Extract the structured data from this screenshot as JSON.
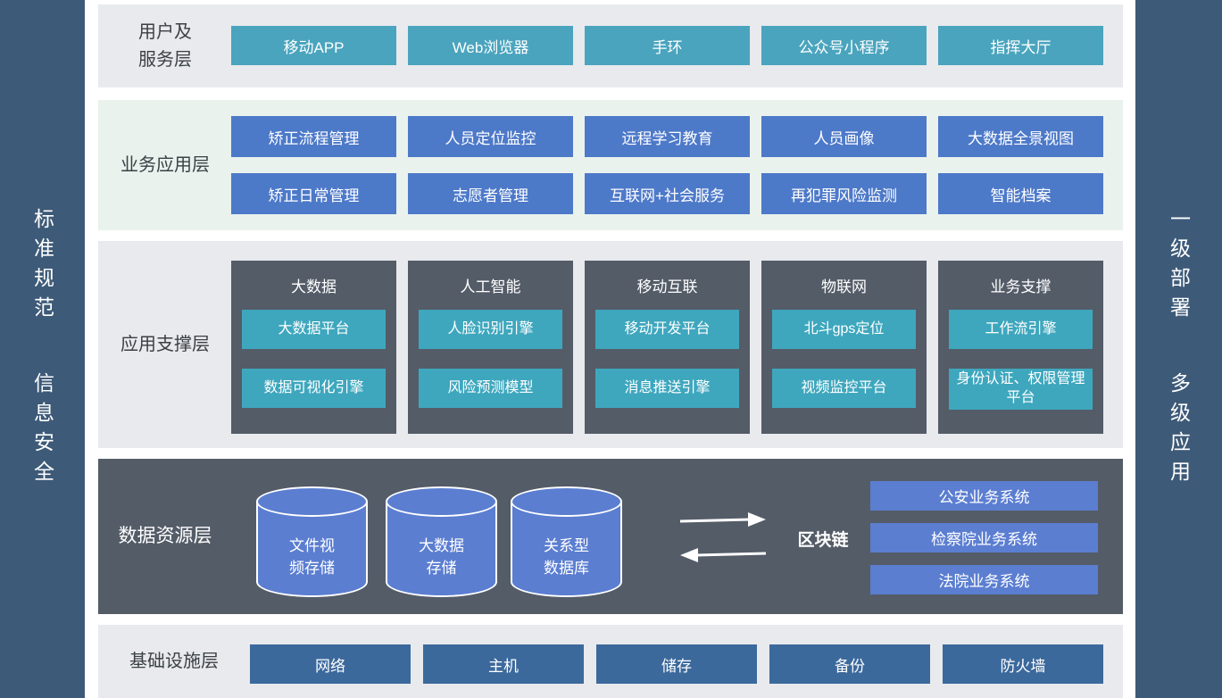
{
  "palette": {
    "sidebar": "#3D5A78",
    "teal": "#4AA4BE",
    "blue": "#4D79C9",
    "dark_panel": "#545C68",
    "steel_blue": "#3C699C",
    "resource_blue": "#5B7ED1",
    "layer_gray": "#E8EAED",
    "layer_green": "#EAF2ED"
  },
  "sidebars": {
    "left": {
      "top": "标准规范",
      "bottom": "信息安全"
    },
    "right": {
      "top": "一级部署",
      "bottom": "多级应用"
    }
  },
  "layers": {
    "user_service": {
      "label": "用户及\n服务层",
      "items": [
        "移动APP",
        "Web浏览器",
        "手环",
        "公众号小程序",
        "指挥大厅"
      ]
    },
    "business_app": {
      "label": "业务应用层",
      "row1": [
        "矫正流程管理",
        "人员定位监控",
        "远程学习教育",
        "人员画像",
        "大数据全景视图"
      ],
      "row2": [
        "矫正日常管理",
        "志愿者管理",
        "互联网+社会服务",
        "再犯罪风险监测",
        "智能档案"
      ]
    },
    "app_support": {
      "label": "应用支撑层",
      "groups": [
        {
          "title": "大数据",
          "items": [
            "大数据平台",
            "数据可视化引擎"
          ]
        },
        {
          "title": "人工智能",
          "items": [
            "人脸识别引擎",
            "风险预测模型"
          ]
        },
        {
          "title": "移动互联",
          "items": [
            "移动开发平台",
            "消息推送引擎"
          ]
        },
        {
          "title": "物联网",
          "items": [
            "北斗gps定位",
            "视频监控平台"
          ]
        },
        {
          "title": "业务支撑",
          "items": [
            "工作流引擎",
            "身份认证、权限管理平台"
          ]
        }
      ]
    },
    "data_resource": {
      "label": "数据资源层",
      "cylinders": [
        "文件视\n频存储",
        "大数据\n存储",
        "关系型\n数据库"
      ],
      "blockchain": "区块链",
      "external_systems": [
        "公安业务系统",
        "检察院业务系统",
        "法院业务系统"
      ]
    },
    "infrastructure": {
      "label": "基础设施层",
      "items": [
        "网络",
        "主机",
        "储存",
        "备份",
        "防火墙"
      ]
    }
  }
}
